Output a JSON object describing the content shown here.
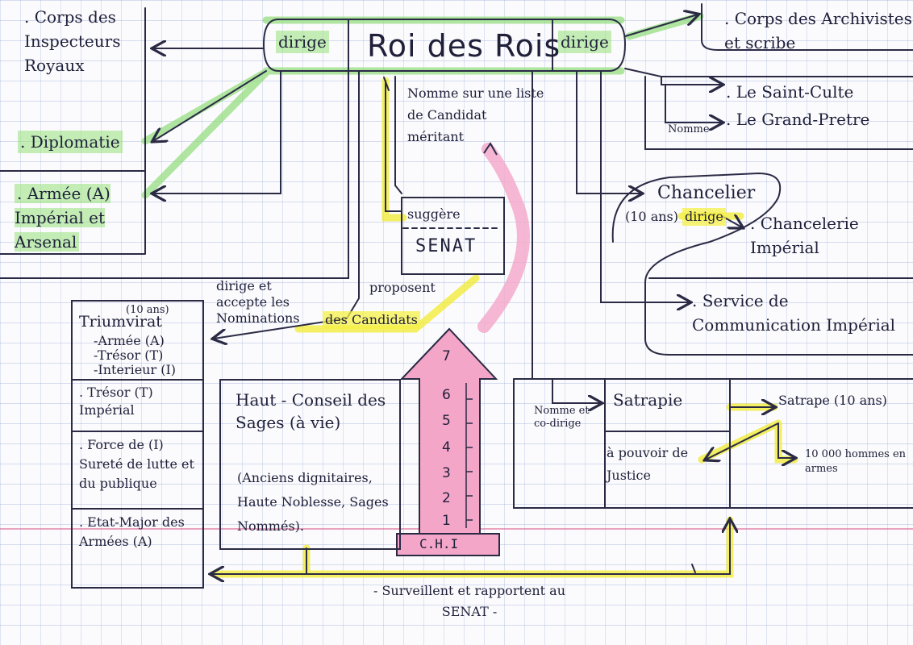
{
  "colors": {
    "ink": "#2a2a45",
    "green_highlight": "#8fdc78",
    "yellow_highlight": "#f2ec3c",
    "pink_arrow": "#f4a6c8"
  },
  "top": {
    "title": "Roi des Rois",
    "dirige_left": "dirige",
    "dirige_right": "dirige"
  },
  "left": {
    "inspecteurs": ". Corps des Inspecteurs Royaux",
    "diplomatie": ". Diplomatie",
    "armee": ". Armée (A) Impérial et Arsenal"
  },
  "right": {
    "archivistes": ". Corps des Archivistes et scribe",
    "saint_culte": ". Le Saint-Culte",
    "grand_pretre": ". Le Grand-Pretre",
    "nomme": "Nomme",
    "chancelier": "Chancelier",
    "chancelier_term": "(10 ans)",
    "chancelier_dirige": "dirige",
    "chancellerie": ". Chancelerie Impérial",
    "service_com": ". Service de Communication Impérial"
  },
  "center": {
    "nomme_liste": "Nomme sur une liste de Candidat méritant",
    "suggere": "suggère",
    "senat": "SENAT",
    "proposent": "proposent",
    "candidats": "des Candidats",
    "dirige_accepte": "dirige et accepte les Nominations"
  },
  "triumvirat": {
    "title": "Triumvirat",
    "term": "(10 ans)",
    "armee": "-Armée (A)",
    "tresor": "-Trésor (T)",
    "interieur": "-Interieur (I)",
    "tresor_imperial": ". Trésor (T) Impérial",
    "force": ". Force de (I) Sureté de lutte et du publique",
    "etat_major": ". Etat-Major des Armées (A)"
  },
  "conseil": {
    "title": "Haut - Conseil des Sages (à vie)",
    "desc": "(Anciens dignitaires, Haute Noblesse, Sages Nommés)."
  },
  "chi": {
    "levels": [
      "7",
      "6",
      "5",
      "4",
      "3",
      "2",
      "1"
    ],
    "label": "C.H.I"
  },
  "satrapie": {
    "nomme_codirige": "Nomme et co-dirige",
    "satrapie": "Satrapie",
    "pouvoir": "à pouvoir de Justice",
    "satrape": "Satrape (10 ans)",
    "hommes": "10 000 hommes en armes"
  },
  "bottom": {
    "surveillent": "- Surveillent et rapportent au SENAT -"
  }
}
